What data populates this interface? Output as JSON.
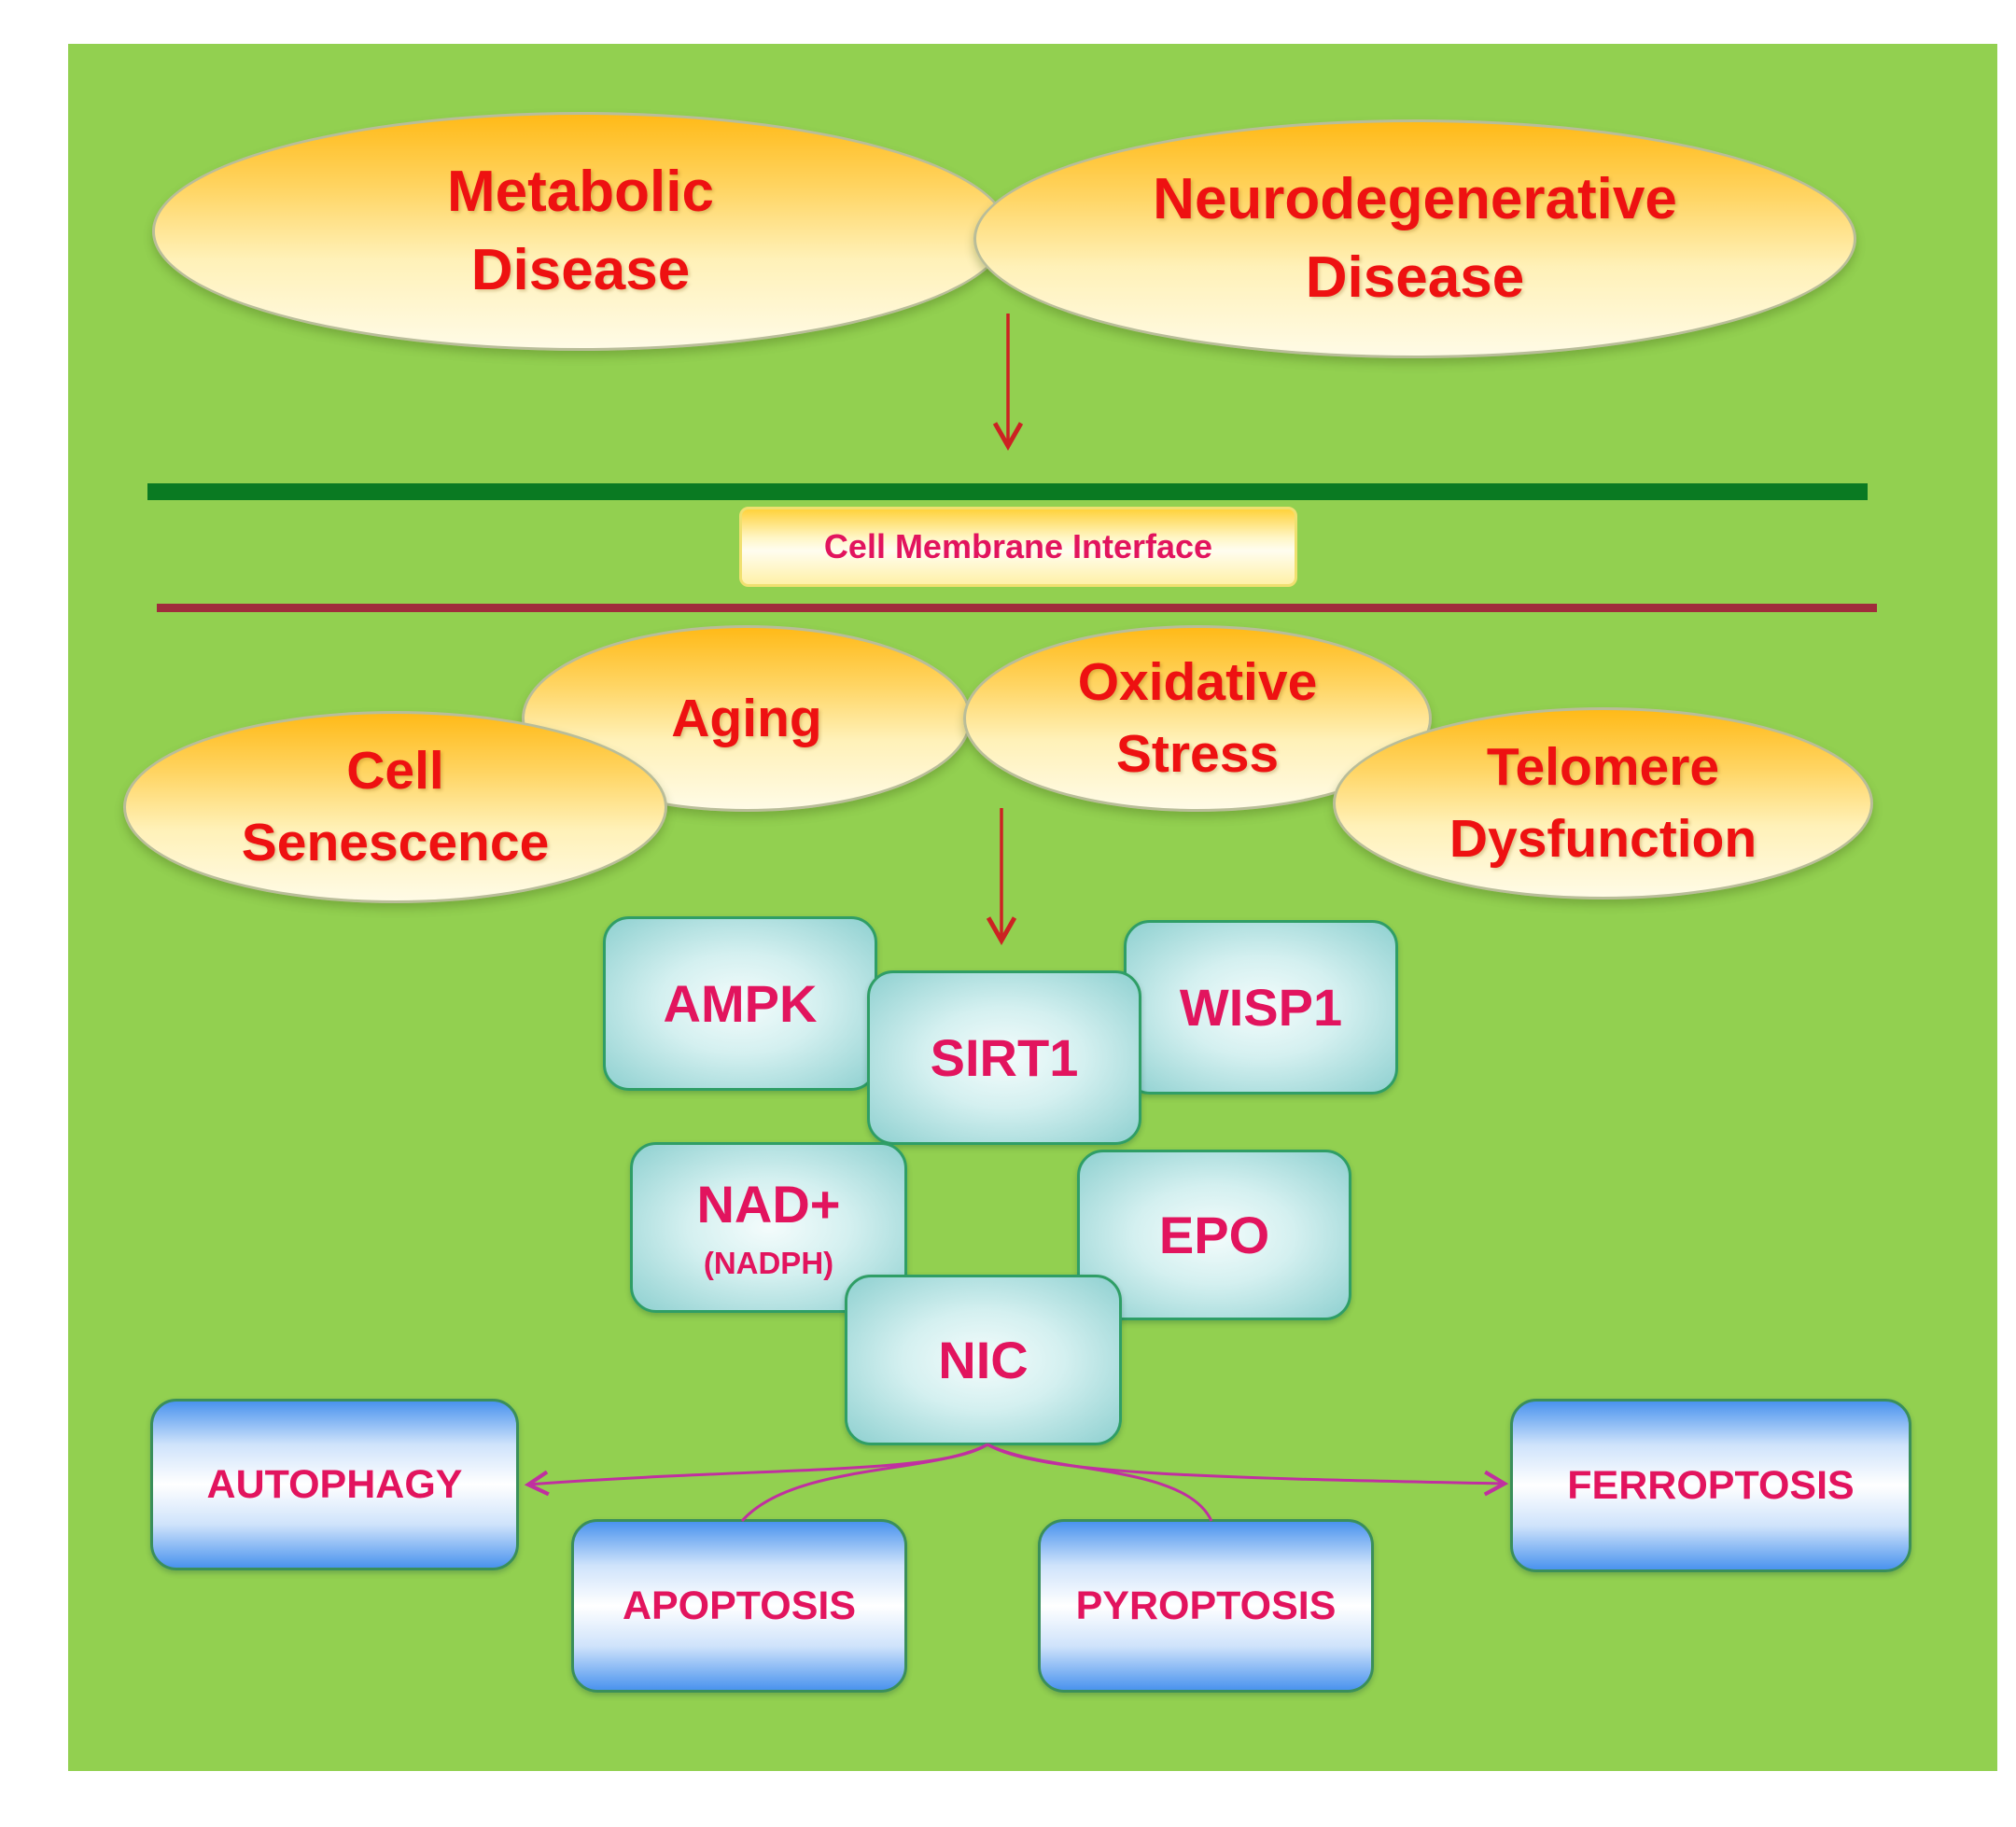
{
  "diseases": {
    "metabolic": "Metabolic\nDisease",
    "neurodegenerative": "Neurodegenerative\nDisease"
  },
  "membrane_label": "Cell Membrane Interface",
  "stressors": {
    "aging": "Aging",
    "oxidative_stress": "Oxidative\nStress",
    "cell_senescence": "Cell\nSenescence",
    "telomere_dysfunction": "Telomere\nDysfunction"
  },
  "pathway": {
    "ampk": "AMPK",
    "sirt1": "SIRT1",
    "wisp1": "WISP1",
    "nad": "NAD+",
    "nad_sub": "(NADPH)",
    "epo": "EPO",
    "nic": "NIC"
  },
  "outcomes": {
    "autophagy": "AUTOPHAGY",
    "apoptosis": "APOPTOSIS",
    "pyroptosis": "PYROPTOSIS",
    "ferroptosis": "FERROPTOSIS"
  },
  "colors": {
    "background": "#92d050",
    "membrane_top": "#0a7a22",
    "membrane_bottom": "#a02c3c",
    "arrow_red": "#cc2222",
    "arrow_magenta": "#c030a0",
    "label_red": "#ee1111",
    "label_pink": "#e2145e"
  }
}
